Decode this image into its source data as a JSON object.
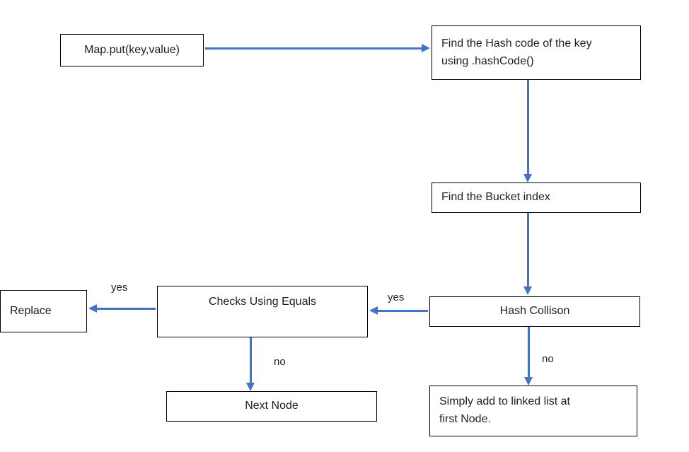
{
  "flowchart": {
    "nodes": {
      "map_put": "Map.put(key,value)",
      "hash_code": "Find the Hash code of the key\nusing .hashCode()",
      "bucket_index": "Find the Bucket index",
      "hash_collision": "Hash Collison",
      "checks_equals": "Checks Using Equals",
      "replace": "Replace",
      "next_node": "Next Node",
      "linked_list": "Simply add to linked list at\nfirst Node."
    },
    "edge_labels": {
      "collision_yes": "yes",
      "collision_no": "no",
      "equals_yes": "yes",
      "equals_no": "no"
    }
  },
  "colors": {
    "arrow": "#4472C4",
    "box_border": "#000000",
    "box_bg": "#ffffff",
    "page_bg": "#ffffff",
    "text": "#1f1f1f"
  }
}
